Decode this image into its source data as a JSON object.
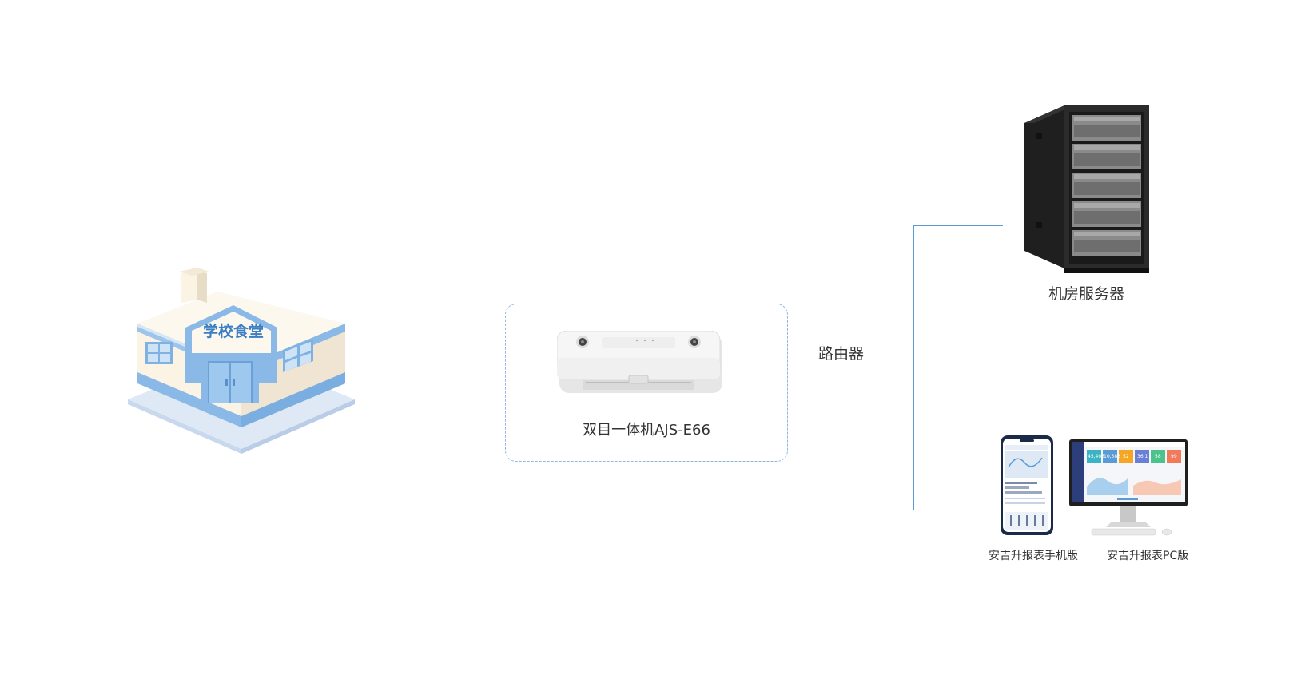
{
  "building": {
    "sign_text": "学校食堂"
  },
  "device": {
    "label": "双目一体机AJS-E66"
  },
  "router": {
    "label": "路由器"
  },
  "server": {
    "label": "机房服务器"
  },
  "clients": {
    "mobile_label": "安吉升报表手机版",
    "pc_label": "安吉升报表PC版",
    "pc_stats": [
      "45,405",
      "10,583",
      "52",
      "36.1",
      "58",
      "99"
    ]
  },
  "colors": {
    "line": "#5b9bd5",
    "building_blue": "#8ab9e8",
    "building_cream": "#fbf3e4",
    "server_dark": "#2b2b2b"
  }
}
